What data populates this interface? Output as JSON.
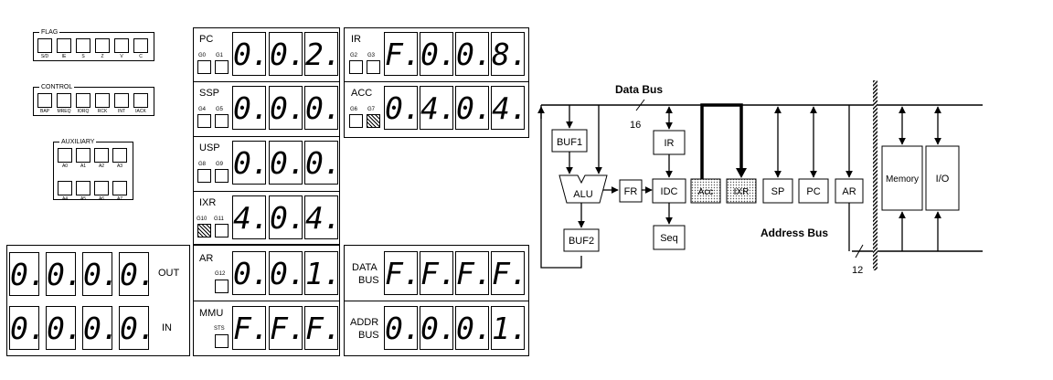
{
  "flag": {
    "title": "FLAG",
    "labels": [
      "S/D",
      "IE",
      "S",
      "Z",
      "V",
      "C"
    ]
  },
  "control": {
    "title": "CONTROL",
    "labels": [
      "BAP",
      "MREQ",
      "IORQ",
      "RCK",
      "INT",
      "IACK"
    ]
  },
  "auxiliary": {
    "title": "AUXILIARY",
    "labels": [
      "A0",
      "A1",
      "A2",
      "A3",
      "A4",
      "A5",
      "A6",
      "A7"
    ]
  },
  "registers": {
    "pc": {
      "name": "PC",
      "leds": [
        "G0",
        "G1"
      ],
      "digits": [
        "0.",
        "0.",
        "2."
      ]
    },
    "ssp": {
      "name": "SSP",
      "leds": [
        "G4",
        "G5"
      ],
      "digits": [
        "0.",
        "0.",
        "0."
      ]
    },
    "usp": {
      "name": "USP",
      "leds": [
        "G8",
        "G9"
      ],
      "digits": [
        "0.",
        "0.",
        "0."
      ]
    },
    "ixr": {
      "name": "IXR",
      "leds": [
        "G10",
        "G11"
      ],
      "digits": [
        "4.",
        "0.",
        "4."
      ]
    },
    "ar": {
      "name": "AR",
      "leds": [
        "G12"
      ],
      "digits": [
        "0.",
        "0.",
        "1."
      ]
    },
    "mmu": {
      "name": "MMU",
      "leds": [
        "STS"
      ],
      "digits": [
        "F.",
        "F.",
        "F."
      ]
    },
    "ir": {
      "name": "IR",
      "leds": [
        "G2",
        "G3"
      ],
      "digits": [
        "F.",
        "0.",
        "0.",
        "8."
      ]
    },
    "acc": {
      "name": "ACC",
      "leds": [
        "G6",
        "G7"
      ],
      "digits": [
        "0.",
        "4.",
        "0.",
        "4."
      ]
    },
    "data_bus": {
      "name_line1": "DATA",
      "name_line2": "BUS",
      "digits": [
        "F.",
        "F.",
        "F.",
        "F."
      ]
    },
    "addr_bus": {
      "name_line1": "ADDR",
      "name_line2": "BUS",
      "digits": [
        "0.",
        "0.",
        "0.",
        "1."
      ]
    }
  },
  "io": {
    "out": {
      "label": "OUT",
      "digits": [
        "0.",
        "0.",
        "0.",
        "0."
      ]
    },
    "in": {
      "label": "IN",
      "digits": [
        "0.",
        "0.",
        "0.",
        "0."
      ]
    }
  },
  "diagram": {
    "data_bus_label": "Data Bus",
    "data_bus_width": "16",
    "address_bus_label": "Address Bus",
    "address_bus_width": "12",
    "blocks": {
      "buf1": "BUF1",
      "buf2": "BUF2",
      "alu": "ALU",
      "fr": "FR",
      "ir": "IR",
      "idc": "IDC",
      "seq": "Seq",
      "acc": "Acc",
      "ixr": "IXR",
      "sp": "SP",
      "pc": "PC",
      "ar": "AR",
      "memory": "Memory",
      "io": "I/O"
    }
  }
}
